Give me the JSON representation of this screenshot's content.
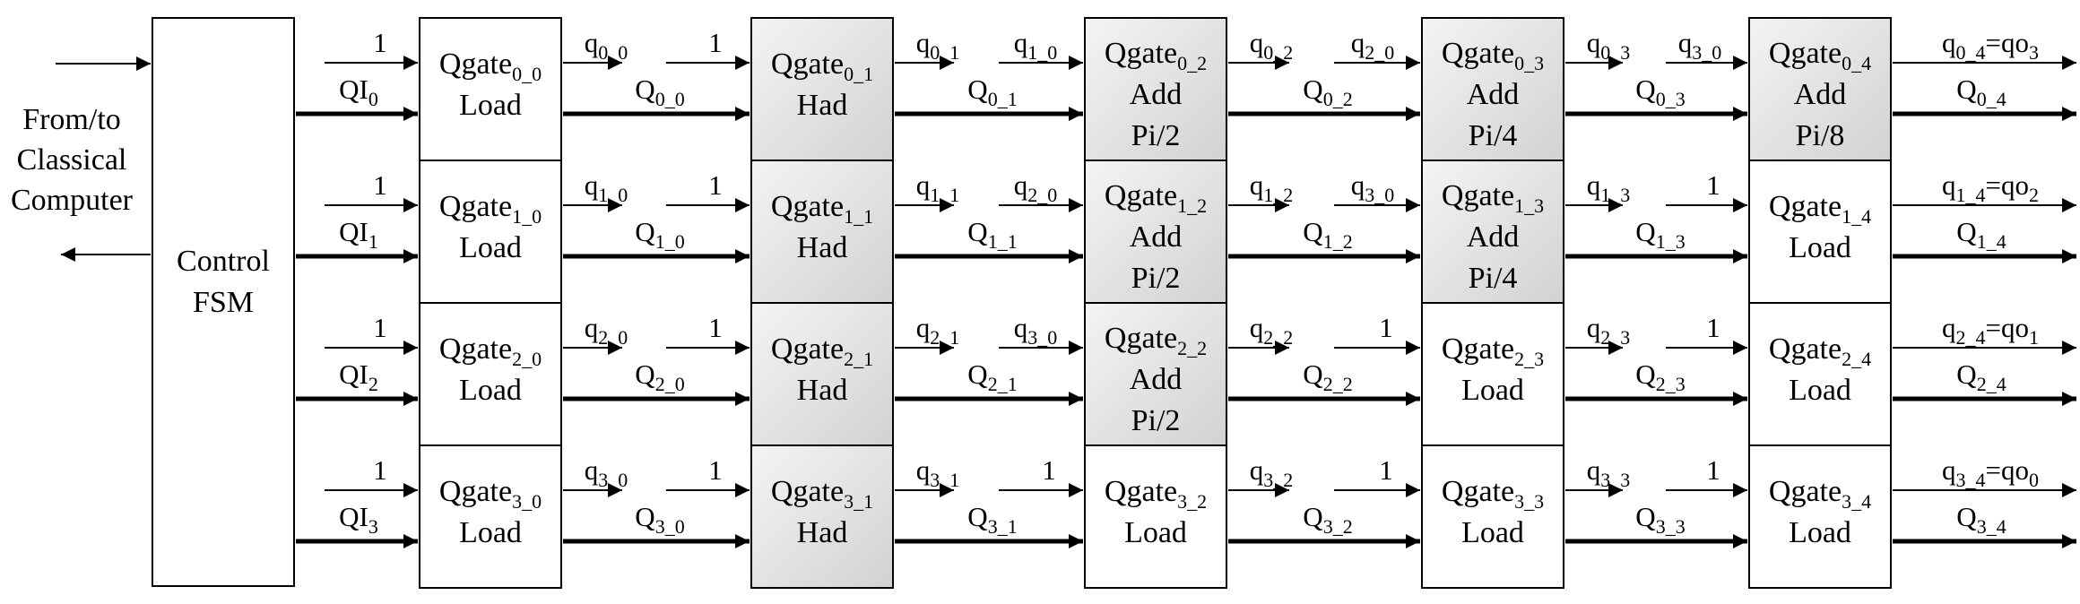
{
  "side": {
    "lines": [
      "From/to",
      "Classical",
      "Computer"
    ],
    "controller": [
      "Control",
      "FSM"
    ]
  },
  "inputs": [
    {
      "one": "1",
      "qi": "QI",
      "sub": "0"
    },
    {
      "one": "1",
      "qi": "QI",
      "sub": "1"
    },
    {
      "one": "1",
      "qi": "QI",
      "sub": "2"
    },
    {
      "one": "1",
      "qi": "QI",
      "sub": "3"
    }
  ],
  "gates": [
    [
      {
        "sub": "0_0",
        "op": [
          "Load"
        ],
        "shaded": false
      },
      {
        "sub": "0_1",
        "op": [
          "Had"
        ],
        "shaded": true
      },
      {
        "sub": "0_2",
        "op": [
          "Add",
          "Pi/2"
        ],
        "shaded": true
      },
      {
        "sub": "0_3",
        "op": [
          "Add",
          "Pi/4"
        ],
        "shaded": true
      },
      {
        "sub": "0_4",
        "op": [
          "Add",
          "Pi/8"
        ],
        "shaded": true
      }
    ],
    [
      {
        "sub": "1_0",
        "op": [
          "Load"
        ],
        "shaded": false
      },
      {
        "sub": "1_1",
        "op": [
          "Had"
        ],
        "shaded": true
      },
      {
        "sub": "1_2",
        "op": [
          "Add",
          "Pi/2"
        ],
        "shaded": true
      },
      {
        "sub": "1_3",
        "op": [
          "Add",
          "Pi/4"
        ],
        "shaded": true
      },
      {
        "sub": "1_4",
        "op": [
          "Load"
        ],
        "shaded": false
      }
    ],
    [
      {
        "sub": "2_0",
        "op": [
          "Load"
        ],
        "shaded": false
      },
      {
        "sub": "2_1",
        "op": [
          "Had"
        ],
        "shaded": true
      },
      {
        "sub": "2_2",
        "op": [
          "Add",
          "Pi/2"
        ],
        "shaded": true
      },
      {
        "sub": "2_3",
        "op": [
          "Load"
        ],
        "shaded": false
      },
      {
        "sub": "2_4",
        "op": [
          "Load"
        ],
        "shaded": false
      }
    ],
    [
      {
        "sub": "3_0",
        "op": [
          "Load"
        ],
        "shaded": false
      },
      {
        "sub": "3_1",
        "op": [
          "Had"
        ],
        "shaded": true
      },
      {
        "sub": "3_2",
        "op": [
          "Load"
        ],
        "shaded": false
      },
      {
        "sub": "3_3",
        "op": [
          "Load"
        ],
        "shaded": false
      },
      {
        "sub": "3_4",
        "op": [
          "Load"
        ],
        "shaded": false
      }
    ]
  ],
  "gate_prefix": "Qgate",
  "between": [
    [
      {
        "out_q": "0_0",
        "in": {
          "v": "1"
        },
        "big": "0_0"
      },
      {
        "out_q": "0_1",
        "in": {
          "q": "1_0"
        },
        "big": "0_1"
      },
      {
        "out_q": "0_2",
        "in": {
          "q": "2_0"
        },
        "big": "0_2"
      },
      {
        "out_q": "0_3",
        "in": {
          "q": "3_0"
        },
        "big": "0_3"
      }
    ],
    [
      {
        "out_q": "1_0",
        "in": {
          "v": "1"
        },
        "big": "1_0"
      },
      {
        "out_q": "1_1",
        "in": {
          "q": "2_0"
        },
        "big": "1_1"
      },
      {
        "out_q": "1_2",
        "in": {
          "q": "3_0"
        },
        "big": "1_2"
      },
      {
        "out_q": "1_3",
        "in": {
          "v": "1"
        },
        "big": "1_3"
      }
    ],
    [
      {
        "out_q": "2_0",
        "in": {
          "v": "1"
        },
        "big": "2_0"
      },
      {
        "out_q": "2_1",
        "in": {
          "q": "3_0"
        },
        "big": "2_1"
      },
      {
        "out_q": "2_2",
        "in": {
          "v": "1"
        },
        "big": "2_2"
      },
      {
        "out_q": "2_3",
        "in": {
          "v": "1"
        },
        "big": "2_3"
      }
    ],
    [
      {
        "out_q": "3_0",
        "in": {
          "v": "1"
        },
        "big": "3_0"
      },
      {
        "out_q": "3_1",
        "in": {
          "v": "1"
        },
        "big": "3_1"
      },
      {
        "out_q": "3_2",
        "in": {
          "v": "1"
        },
        "big": "3_2"
      },
      {
        "out_q": "3_3",
        "in": {
          "v": "1"
        },
        "big": "3_3"
      }
    ]
  ],
  "outputs": [
    {
      "q": "0_4",
      "eq": "=qo",
      "eq_sub": "3",
      "big": "0_4"
    },
    {
      "q": "1_4",
      "eq": "=qo",
      "eq_sub": "2",
      "big": "1_4"
    },
    {
      "q": "2_4",
      "eq": "=qo",
      "eq_sub": "1",
      "big": "2_4"
    },
    {
      "q": "3_4",
      "eq": "=qo",
      "eq_sub": "0",
      "big": "3_4"
    }
  ],
  "colors": {
    "shade_light": "#f4f4f4",
    "shade_dark": "#d2d2d2",
    "line": "#000000"
  }
}
